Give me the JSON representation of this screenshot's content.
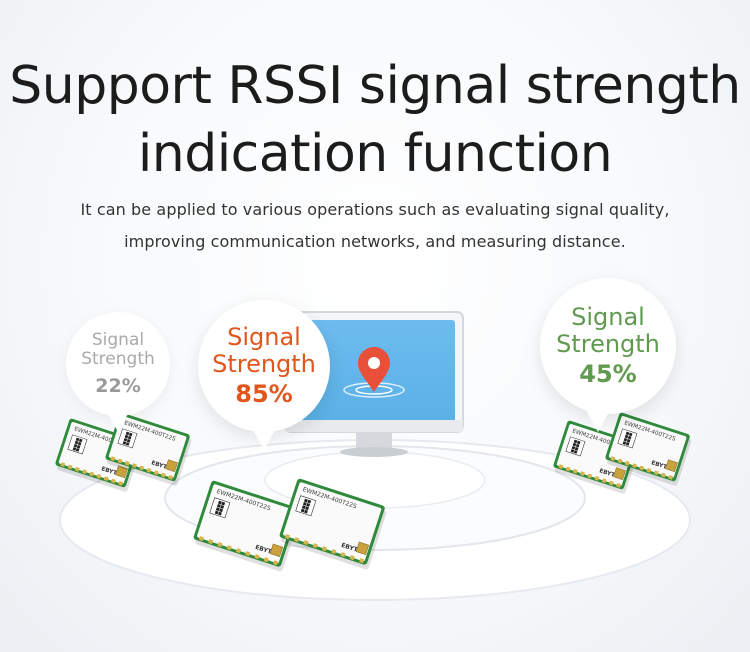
{
  "headline": {
    "line1": "Support RSSI signal strength",
    "line2": "indication function"
  },
  "subtitle": {
    "line1": "It can be applied to various operations such as evaluating signal quality,",
    "line2": "improving communication networks, and measuring distance."
  },
  "bubbles": {
    "left": {
      "label_line1": "Signal",
      "label_line2": "Strength",
      "value": "22%",
      "color": "#9a9a9a"
    },
    "middle": {
      "label_line1": "Signal",
      "label_line2": "Strength",
      "value": "85%",
      "color": "#e0561c"
    },
    "right": {
      "label_line1": "Signal",
      "label_line2": "Strength",
      "value": "45%",
      "color": "#5f9a4e"
    }
  },
  "module": {
    "model_text": "EWM22M-400T22S",
    "brand_text": "EBYTE"
  },
  "colors": {
    "screen": "#5ab0e6",
    "pin": "#e8503a",
    "pcb": "#2f8a3c"
  }
}
